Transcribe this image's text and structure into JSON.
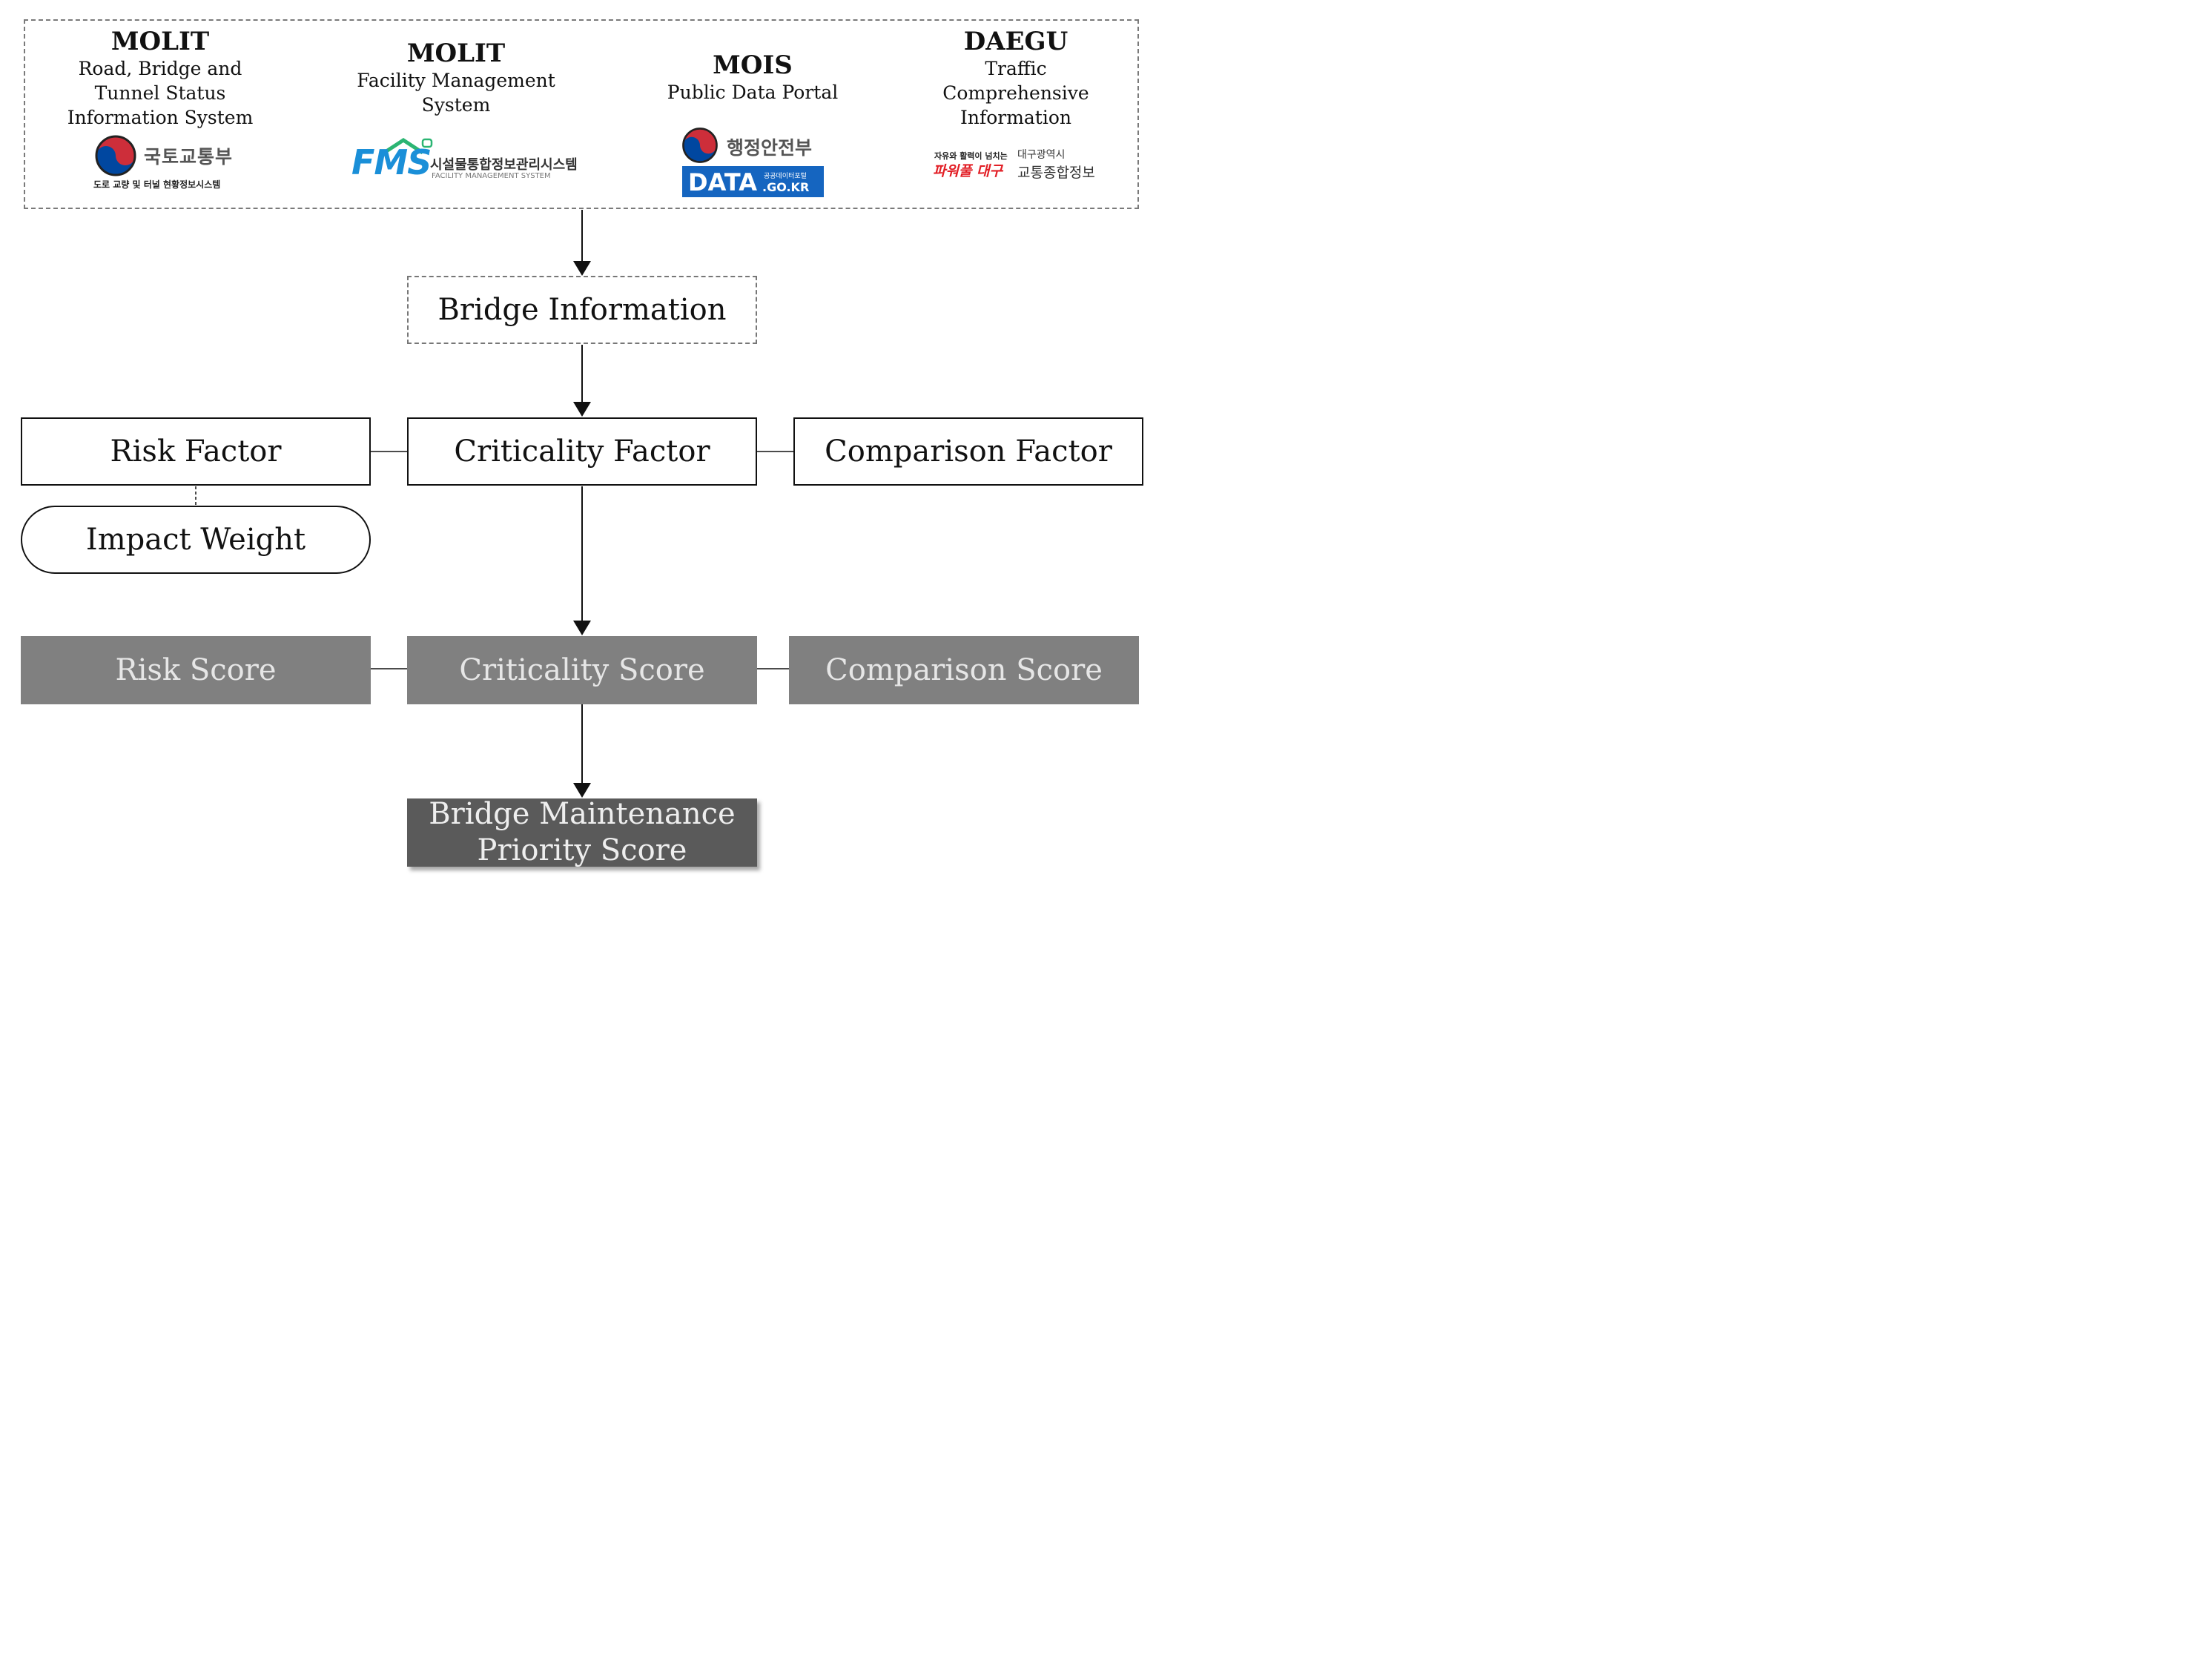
{
  "sources": [
    {
      "title": "MOLIT",
      "lines": [
        "Road, Bridge and",
        "Tunnel Status",
        "Information System"
      ],
      "logo_main": "국토교통부",
      "logo_sub": "도로 교량 및 터널 현황정보시스템"
    },
    {
      "title": "MOLIT",
      "lines": [
        "Facility Management",
        "System"
      ],
      "logo_main": "FMS",
      "logo_sub_ko": "시설물통합정보관리시스템",
      "logo_sub_en": "FACILITY MANAGEMENT SYSTEM"
    },
    {
      "title": "MOIS",
      "lines": [
        "Public Data Portal"
      ],
      "logo_main": "행정안전부",
      "logo_data": "DATA",
      "logo_gokr": ".GO.KR",
      "logo_portal": "공공데이터포털"
    },
    {
      "title": "DAEGU",
      "lines": [
        "Traffic",
        "Comprehensive",
        "Information"
      ],
      "logo_slogan": "자유와 활력이 넘치는",
      "logo_city": "대구광역시",
      "logo_power": "파워풀 대구",
      "logo_name": "교통종합정보"
    }
  ],
  "bridge_info": "Bridge Information",
  "factors": {
    "risk": "Risk Factor",
    "criticality": "Criticality Factor",
    "comparison": "Comparison Factor"
  },
  "impact_weight": "Impact Weight",
  "scores": {
    "risk": "Risk Score",
    "criticality": "Criticality Score",
    "comparison": "Comparison Score"
  },
  "final": {
    "line1": "Bridge Maintenance",
    "line2": "Priority Score"
  },
  "colors": {
    "score_box": "#808080",
    "final_box": "#5a5a5a",
    "fms_blue": "#1a8fd8",
    "fms_green": "#2bb573",
    "data_blue": "#1565c0",
    "daegu_red": "#e21f26",
    "taegeuk_red": "#cd2e3a",
    "taegeuk_blue": "#0047a0"
  }
}
